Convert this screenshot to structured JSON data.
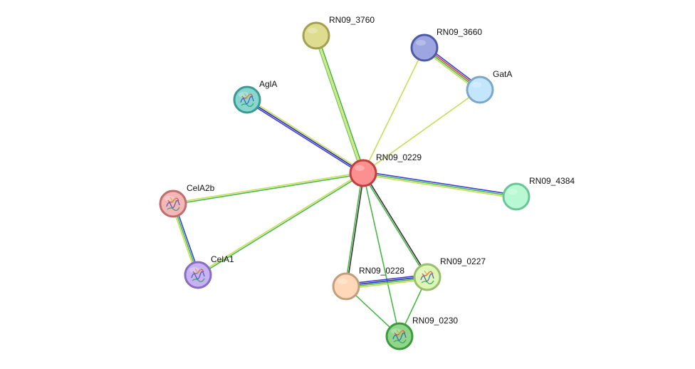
{
  "network": {
    "nodes": [
      {
        "id": "RN09_3760",
        "label": "RN09_3760",
        "fill": "#dedd8f",
        "stroke": "#a3a04f",
        "icon": null
      },
      {
        "id": "RN09_3660",
        "label": "RN09_3660",
        "fill": "#9ea6e1",
        "stroke": "#4f5aa6",
        "icon": null
      },
      {
        "id": "GatA",
        "label": "GatA",
        "fill": "#c4e6fc",
        "stroke": "#7ba8c8",
        "icon": null
      },
      {
        "id": "AglA",
        "label": "AglA",
        "fill": "#88d6d0",
        "stroke": "#3d9a92",
        "icon": "protein-structure-icon"
      },
      {
        "id": "RN09_0229",
        "label": "RN09_0229",
        "fill": "#fc8f8f",
        "stroke": "#c23d3d",
        "icon": null
      },
      {
        "id": "RN09_4384",
        "label": "RN09_4384",
        "fill": "#b8f8d2",
        "stroke": "#6cc497",
        "icon": null
      },
      {
        "id": "CelA2b",
        "label": "CelA2b",
        "fill": "#f3b7b7",
        "stroke": "#bf6e6e",
        "icon": "protein-structure-icon"
      },
      {
        "id": "CelA1",
        "label": "CelA1",
        "fill": "#c8b3f2",
        "stroke": "#8a6dc0",
        "icon": "protein-structure-icon"
      },
      {
        "id": "RN09_0228",
        "label": "RN09_0228",
        "fill": "#fed8b9",
        "stroke": "#c39e7c",
        "icon": null
      },
      {
        "id": "RN09_0227",
        "label": "RN09_0227",
        "fill": "#ddf5b5",
        "stroke": "#9bbe6e",
        "icon": "protein-structure-icon"
      },
      {
        "id": "RN09_0230",
        "label": "RN09_0230",
        "fill": "#8fd68b",
        "stroke": "#3e9a3e",
        "icon": "protein-structure-icon"
      }
    ],
    "edges": [
      {
        "from": "RN09_0229",
        "to": "RN09_3760",
        "colors": [
          "#7ad15a",
          "#d5dc57",
          "#39b83d"
        ]
      },
      {
        "from": "RN09_0229",
        "to": "RN09_3660",
        "colors": [
          "#c8dd55"
        ]
      },
      {
        "from": "RN09_0229",
        "to": "GatA",
        "colors": [
          "#c8dd55"
        ]
      },
      {
        "from": "RN09_3660",
        "to": "GatA",
        "colors": [
          "#3a3fd4",
          "#d63a3a",
          "#47b847",
          "#c8dd55"
        ]
      },
      {
        "from": "RN09_0229",
        "to": "AglA",
        "colors": [
          "#3a3fd4",
          "#2c2c9f",
          "#c8dd55"
        ]
      },
      {
        "from": "RN09_0229",
        "to": "RN09_4384",
        "colors": [
          "#3a3fd4",
          "#47b847",
          "#c8dd55"
        ]
      },
      {
        "from": "RN09_0229",
        "to": "CelA2b",
        "colors": [
          "#47b847",
          "#c8dd55"
        ]
      },
      {
        "from": "RN09_0229",
        "to": "CelA1",
        "colors": [
          "#47b847",
          "#c8dd55"
        ]
      },
      {
        "from": "CelA2b",
        "to": "CelA1",
        "colors": [
          "#3a3fd4",
          "#47b847",
          "#c8dd55"
        ]
      },
      {
        "from": "RN09_0229",
        "to": "RN09_0228",
        "colors": [
          "#333333",
          "#47b847"
        ]
      },
      {
        "from": "RN09_0229",
        "to": "RN09_0227",
        "colors": [
          "#333333",
          "#47b847"
        ]
      },
      {
        "from": "RN09_0229",
        "to": "RN09_0230",
        "colors": [
          "#47b847"
        ]
      },
      {
        "from": "RN09_0228",
        "to": "RN09_0227",
        "colors": [
          "#3a3fd4",
          "#2c2c9f",
          "#47b847",
          "#c8dd55"
        ]
      },
      {
        "from": "RN09_0228",
        "to": "RN09_0230",
        "colors": [
          "#47b847"
        ]
      },
      {
        "from": "RN09_0227",
        "to": "RN09_0230",
        "colors": [
          "#47b847"
        ]
      }
    ]
  }
}
